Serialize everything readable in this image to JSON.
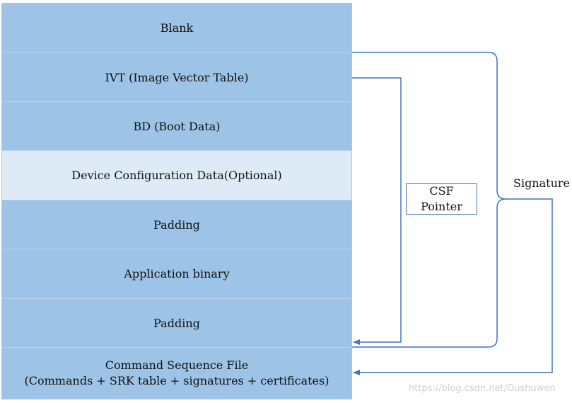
{
  "blocks": [
    {
      "label": "Blank",
      "color": "#9dc3e6"
    },
    {
      "label": "IVT (Image Vector Table)",
      "color": "#9dc3e6"
    },
    {
      "label": "BD (Boot Data)",
      "color": "#9dc3e6"
    },
    {
      "label": "Device Configuration Data(Optional)",
      "color": "#deebf7"
    },
    {
      "label": "Padding",
      "color": "#9dc3e6"
    },
    {
      "label": "Application binary",
      "color": "#9dc3e6"
    },
    {
      "label": "Padding",
      "color": "#9dc3e6"
    }
  ],
  "csf_block": {
    "line1": "Command Sequence File",
    "line2": "(Commands + SRK table + signatures + certificates)",
    "color": "#9dc3e6"
  },
  "csf_pointer": {
    "line1": "CSF",
    "line2": "Pointer"
  },
  "signature_label": "Signature",
  "arrow_color": "#4472c4",
  "watermark": {
    "text": "https://blog.csdn.net/Oushuwen",
    "color": "#cfcfcf"
  }
}
